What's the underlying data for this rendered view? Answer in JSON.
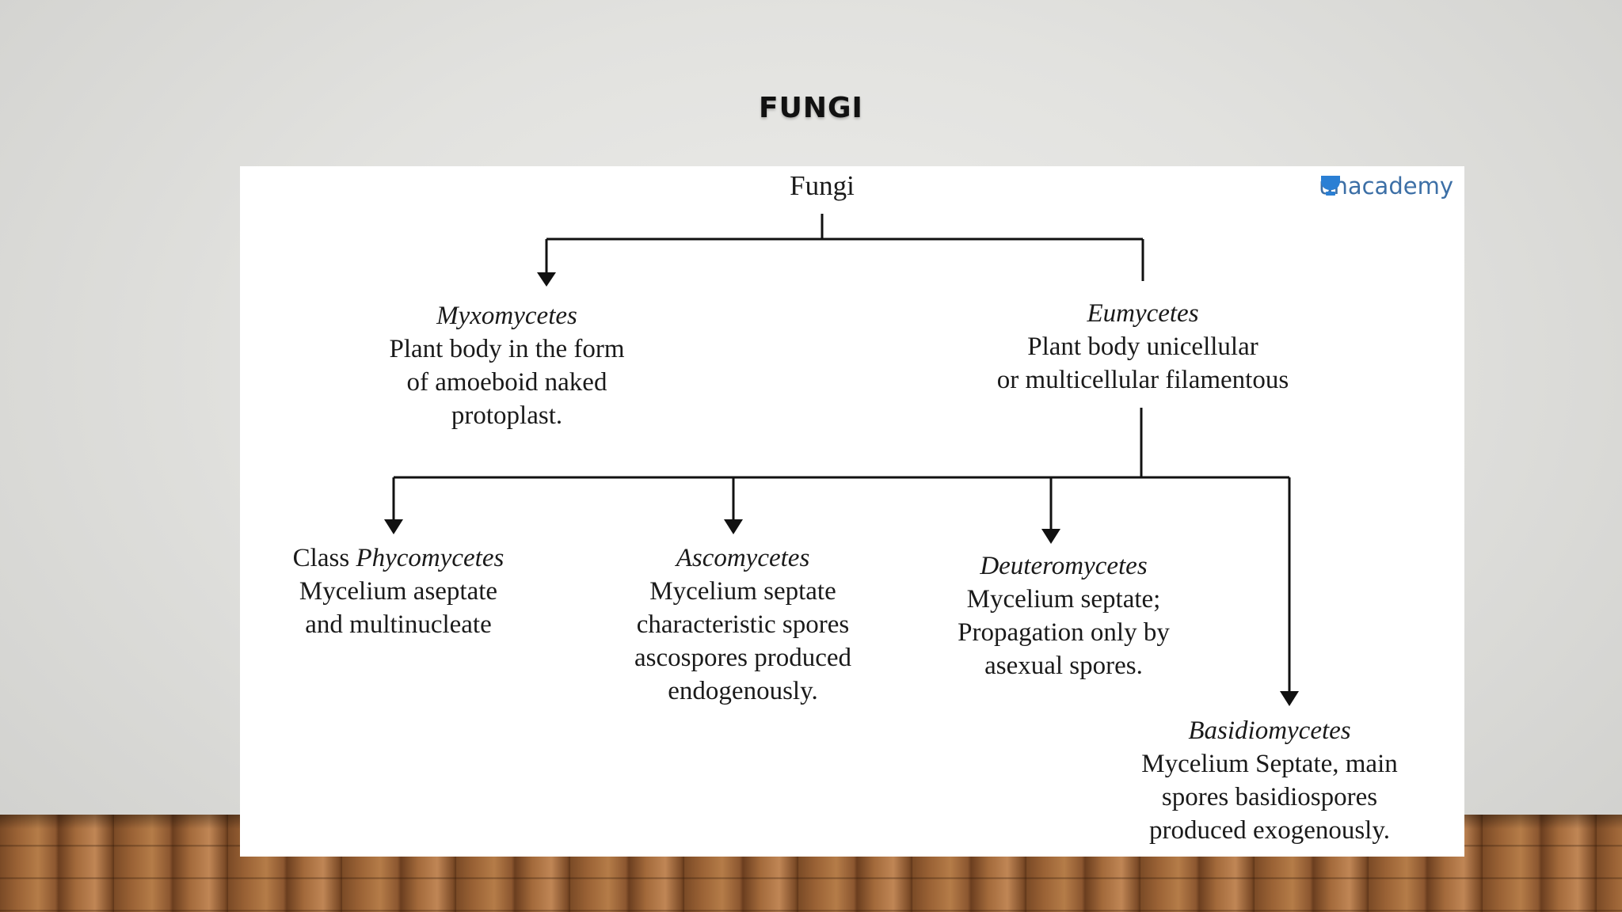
{
  "slide": {
    "title": "FUNGI"
  },
  "brand": {
    "name": "unacademy",
    "logo_color": "#2a7fd4",
    "text_color": "#3c6fa6"
  },
  "diagram": {
    "root": "Fungi",
    "myxomycetes": {
      "name": "Myxomycetes",
      "lines": [
        "Plant body in the form",
        "of amoeboid naked",
        "protoplast."
      ]
    },
    "eumycetes": {
      "name": "Eumycetes",
      "lines": [
        "Plant body unicellular",
        "or multicellular filamentous"
      ]
    },
    "phycomycetes": {
      "prefix": "Class ",
      "name": "Phycomycetes",
      "lines": [
        "Mycelium aseptate",
        "and multinucleate"
      ]
    },
    "ascomycetes": {
      "name": "Ascomycetes",
      "lines": [
        "Mycelium septate",
        "characteristic spores",
        "ascospores produced",
        "endogenously."
      ]
    },
    "deuteromycetes": {
      "name": "Deuteromycetes",
      "lines": [
        "Mycelium septate;",
        "Propagation only by",
        "asexual spores."
      ]
    },
    "basidiomycetes": {
      "name": "Basidiomycetes",
      "lines": [
        "Mycelium Septate, main",
        "spores basidiospores",
        "produced exogenously."
      ]
    }
  }
}
